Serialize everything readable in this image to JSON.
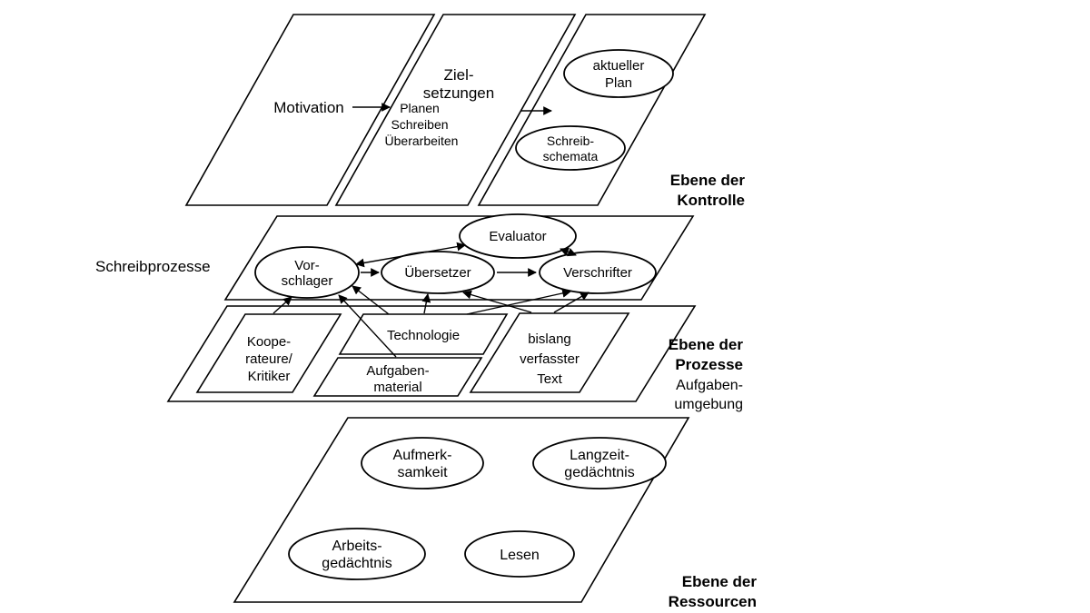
{
  "colors": {
    "background": "#ffffff",
    "line": "#000000",
    "text": "#000000"
  },
  "side_label": "Schreibprozesse",
  "labels": {
    "kontrolle": {
      "line1": "Ebene der",
      "line2": "Kontrolle"
    },
    "prozesse": {
      "line1": "Ebene der",
      "line2": "Prozesse"
    },
    "aufgabenumgebung": {
      "line1": "Aufgaben-",
      "line2": "umgebung"
    },
    "ressourcen": {
      "line1": "Ebene der",
      "line2": "Ressourcen"
    }
  },
  "nodes": {
    "motivation": "Motivation",
    "zielsetzungen": {
      "line1": "Ziel-",
      "line2": "setzungen",
      "item1": "Planen",
      "item2": "Schreiben",
      "item3": "Überarbeiten"
    },
    "aktueller_plan": {
      "line1": "aktueller",
      "line2": "Plan"
    },
    "schreibschemata": {
      "line1": "Schreib-",
      "line2": "schemata"
    },
    "evaluator": "Evaluator",
    "vorschlager": {
      "line1": "Vor-",
      "line2": "schlager"
    },
    "uebersetzer": "Übersetzer",
    "verschrifter": "Verschrifter",
    "kooperateure": {
      "line1": "Koope-",
      "line2": "rateure/",
      "line3": "Kritiker"
    },
    "technologie": "Technologie",
    "aufgabenmaterial": {
      "line1": "Aufgaben-",
      "line2": "material"
    },
    "verfasster_text": {
      "line1": "bislang",
      "line2": "verfasster",
      "line3": "Text"
    },
    "aufmerksamkeit": {
      "line1": "Aufmerk-",
      "line2": "samkeit"
    },
    "langzeitgedaechtnis": {
      "line1": "Langzeit-",
      "line2": "gedächtnis"
    },
    "arbeitsgedaechtnis": {
      "line1": "Arbeits-",
      "line2": "gedächtnis"
    },
    "lesen": "Lesen"
  }
}
